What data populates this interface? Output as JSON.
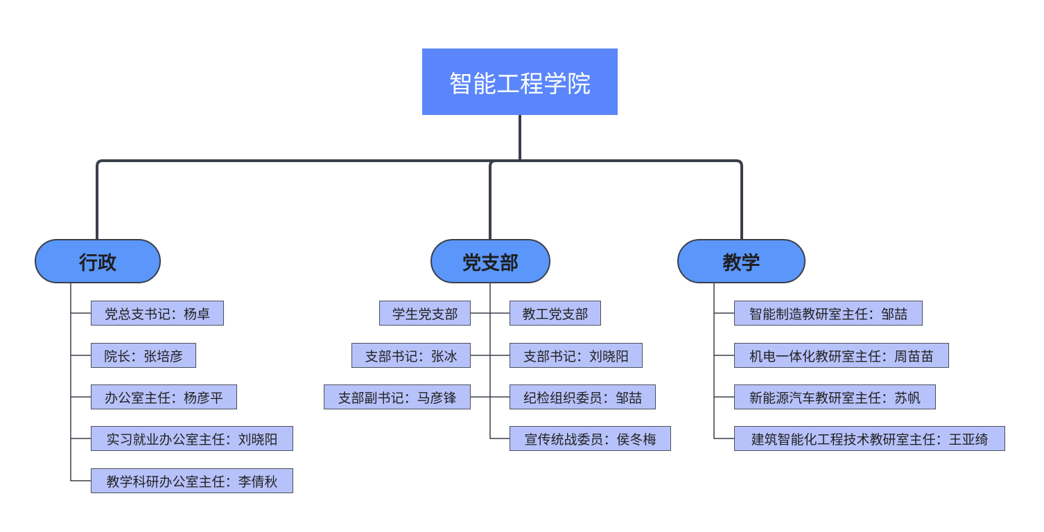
{
  "root": {
    "label": "智能工程学院"
  },
  "branches": [
    {
      "label": "行政",
      "items": [
        "党总支书记：杨卓",
        "院长：张培彦",
        "办公室主任：杨彦平",
        "实习就业办公室主任：刘晓阳",
        "教学科研办公室主任：李倩秋"
      ]
    },
    {
      "label": "党支部",
      "left_items": [
        "学生党支部",
        "支部书记：张冰",
        "支部副书记：马彦锋"
      ],
      "right_items": [
        "教工党支部",
        "支部书记：刘晓阳",
        "纪检组织委员：邹喆",
        "宣传统战委员：侯冬梅"
      ]
    },
    {
      "label": "教学",
      "items": [
        "智能制造教研室主任：邹喆",
        "机电一体化教研室主任：周苗苗",
        "新能源汽车教研室主任：苏帆",
        "建筑智能化工程技术教研室主任：王亚绮"
      ]
    }
  ],
  "colors": {
    "root_fill": "#5b86fb",
    "branch_fill": "#5b96fa",
    "leaf_fill": "#b7c2fb",
    "connector": "#3a3f4a"
  }
}
